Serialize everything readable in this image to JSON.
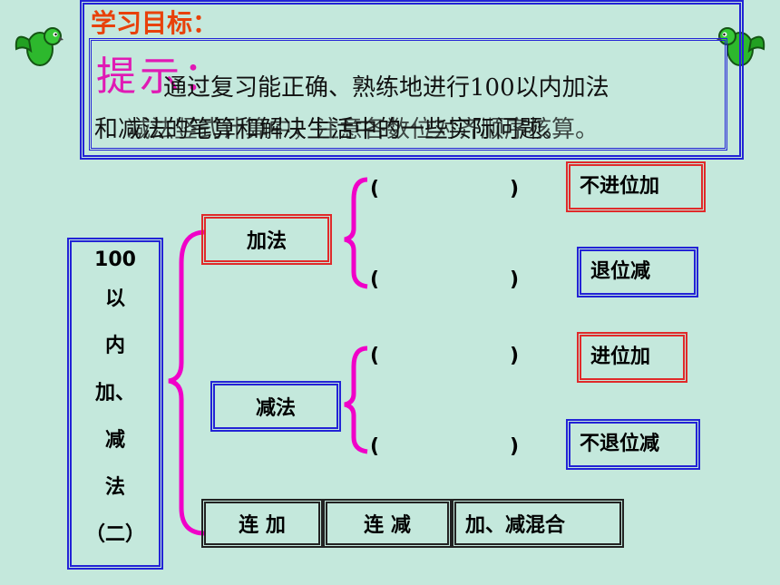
{
  "goal": {
    "title": "学习目标：",
    "hint": "提示：",
    "line1": "通过复习能正确、熟练地进行100以内加法",
    "line2": "和减法的笔算和解决生活中的一些实际问题。",
    "line3": "减法竖式计算中，注意各数位对齐顺序核算。"
  },
  "side_title": [
    "100",
    "以",
    "内",
    "加、",
    "减",
    "法",
    "（二）"
  ],
  "categories": {
    "add": "加法",
    "sub": "减法"
  },
  "parens": [
    "(",
    ")"
  ],
  "results": [
    "不进位加",
    "退位减",
    "进位加",
    "不退位减"
  ],
  "bottom": [
    "连 加",
    "连 减",
    "加、减混合"
  ],
  "colors": {
    "background": "#c4e8dc",
    "blue_border": "#2323d6",
    "red_border": "#e02a2a",
    "brace": "#f000c8",
    "title": "#e8410a"
  },
  "icons": [
    "parrot-icon-left",
    "parrot-icon-right"
  ]
}
